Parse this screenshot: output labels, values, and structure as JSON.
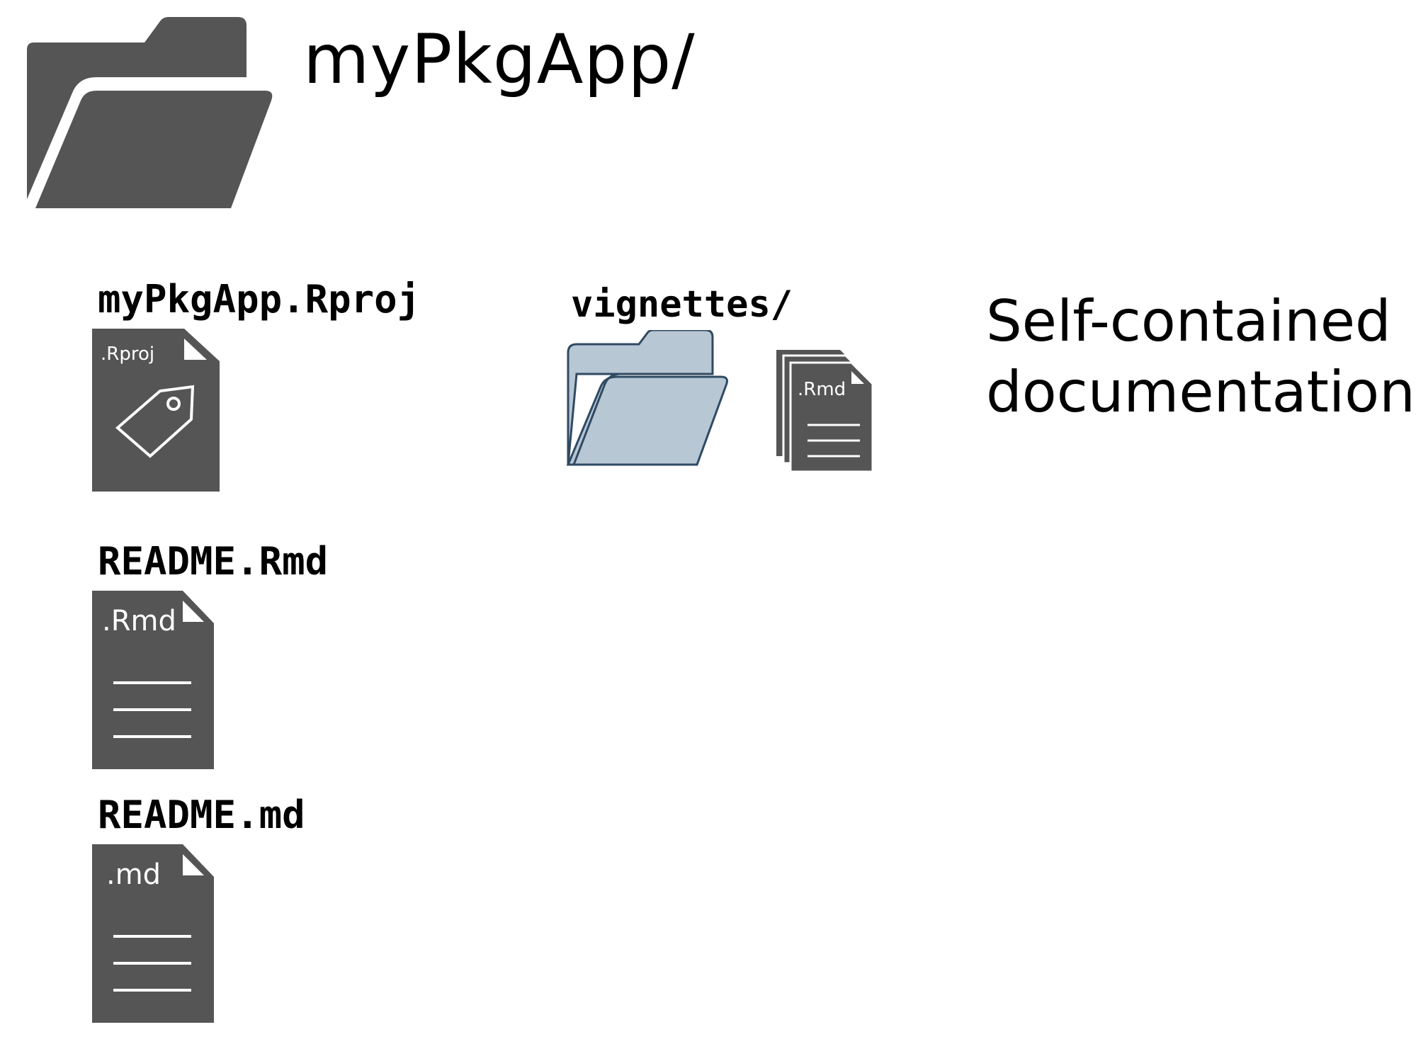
{
  "root_folder": {
    "name": "myPkgApp/",
    "icon": "folder-open-icon",
    "color": "#555555"
  },
  "files": [
    {
      "name": "myPkgApp.Rproj",
      "ext": ".Rproj",
      "icon": "rproj-file-icon"
    },
    {
      "name": "README.Rmd",
      "ext": ".Rmd",
      "icon": "rmd-file-icon"
    },
    {
      "name": "README.md",
      "ext": ".md",
      "icon": "md-file-icon"
    }
  ],
  "vignettes": {
    "name": "vignettes/",
    "folder_icon": "folder-open-icon",
    "folder_color": "#b8c7d4",
    "folder_stroke": "#2f4a63",
    "docs_icon": "stacked-documents-icon",
    "docs_ext": ".Rmd"
  },
  "note": {
    "line1": "Self-contained",
    "line2": "documentation"
  }
}
